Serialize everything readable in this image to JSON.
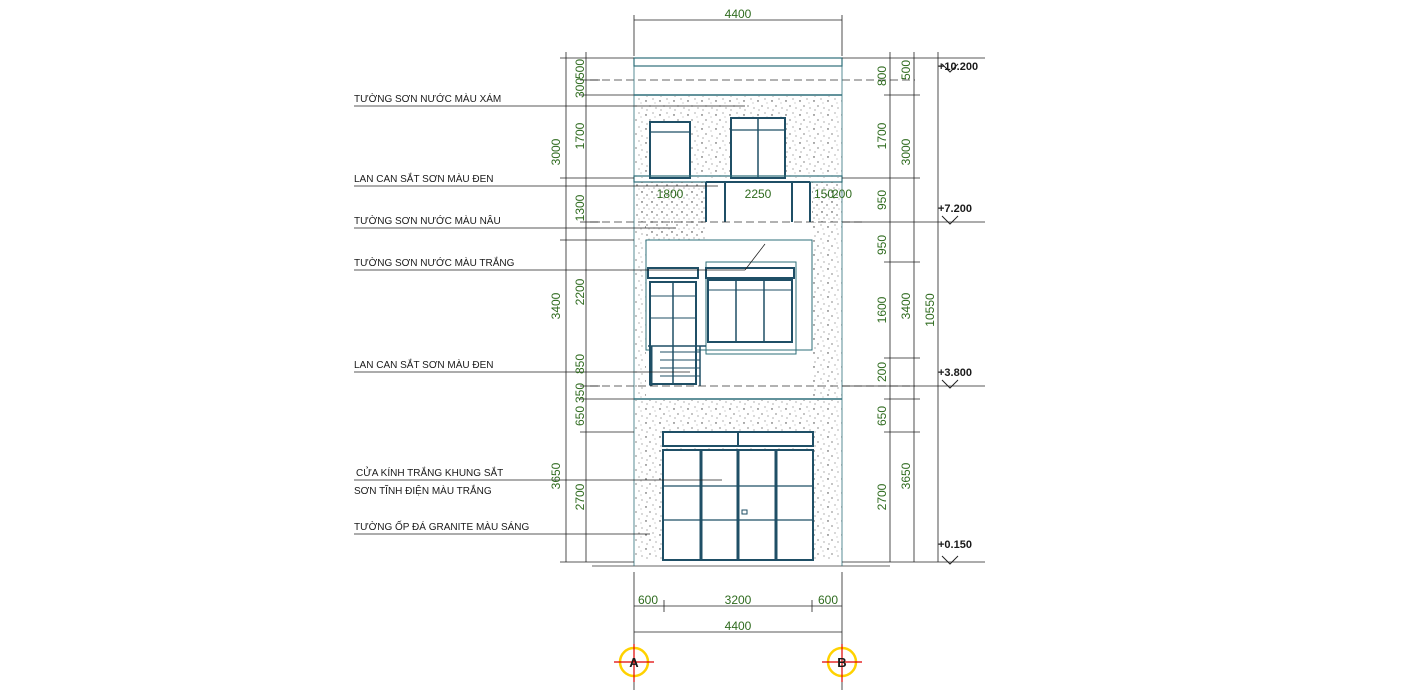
{
  "colors": {
    "dimension": "#2f6b1f",
    "outline": "#2e6f7a",
    "frame": "#1f4f66",
    "line": "#222222",
    "axis_circle": "#ffd200",
    "axis_cross": "#e00000"
  },
  "elevation": {
    "width_dims": {
      "top_total": "4400",
      "bottom_left": "600",
      "bottom_middle": "3200",
      "bottom_right": "600",
      "bottom_total": "4400"
    },
    "balcony_dims": {
      "left": "1800",
      "middle": "2250",
      "right": "150",
      "right2": "200"
    },
    "left_dims": {
      "inner": [
        "500",
        "300",
        "1700",
        "1300",
        "2200",
        "850",
        "350",
        "650",
        "2700"
      ],
      "outer": [
        "3000",
        "3400",
        "3650"
      ]
    },
    "right_dims": {
      "inner": [
        "500",
        "800",
        "1700",
        "950",
        "950",
        "1600",
        "200",
        "650",
        "2700"
      ],
      "outer": [
        "3000",
        "3400",
        "3650"
      ],
      "total": "10550"
    },
    "levels": [
      "+10.200",
      "+7.200",
      "+3.800",
      "+0.150"
    ],
    "labels": [
      "TƯỜNG SƠN NƯỚC MÀU XÁM",
      "LAN CAN SẮT SƠN MÀU ĐEN",
      "TƯỜNG SƠN NƯỚC MÀU NÂU",
      "TƯỜNG SƠN NƯỚC MÀU TRẮNG",
      "LAN CAN SẮT SƠN MÀU ĐEN",
      "CỬA KÍNH TRẮNG KHUNG SẮT",
      "SƠN TĨNH ĐIỆN MÀU TRẮNG",
      "TƯỜNG ỐP ĐÁ GRANITE MÀU SÁNG"
    ],
    "axes": [
      "A",
      "B"
    ]
  }
}
